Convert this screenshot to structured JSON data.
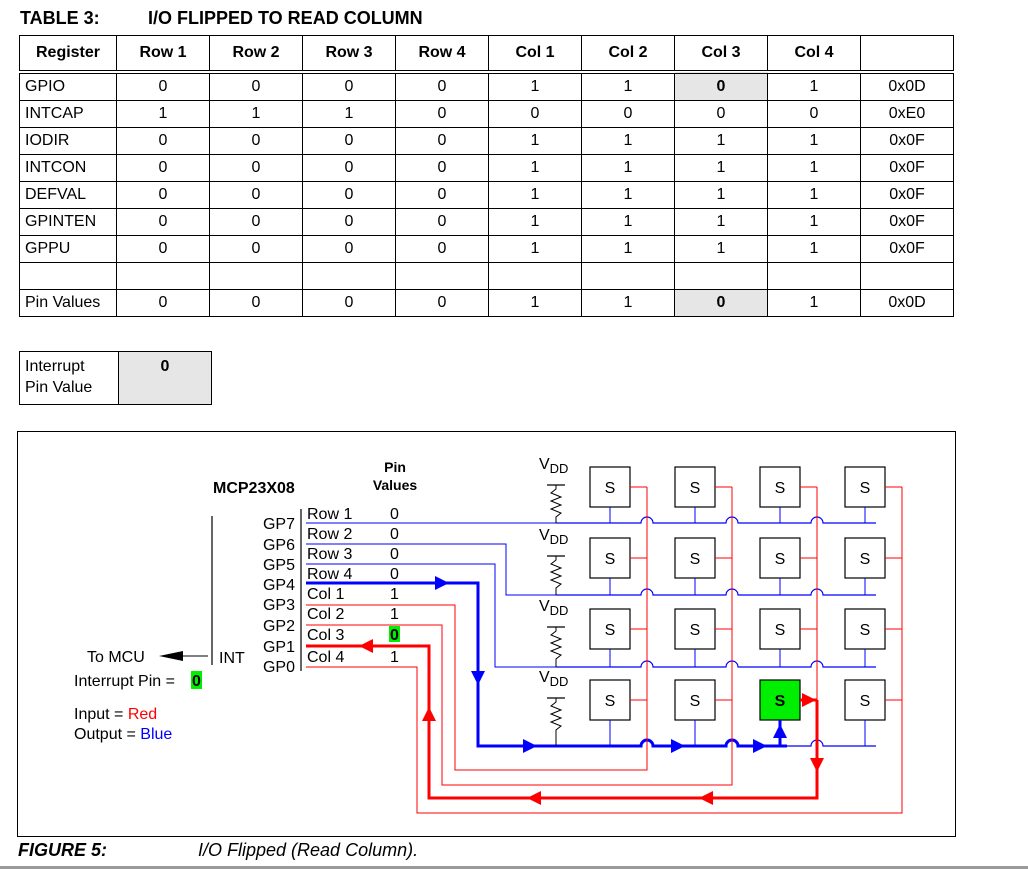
{
  "table": {
    "number": "TABLE 3:",
    "title": "I/O FLIPPED TO READ COLUMN",
    "headers": [
      "Register",
      "Row 1",
      "Row 2",
      "Row 3",
      "Row 4",
      "Col 1",
      "Col 2",
      "Col 3",
      "Col 4",
      ""
    ],
    "rows": [
      {
        "name": "GPIO",
        "bits": [
          "0",
          "0",
          "0",
          "0",
          "1",
          "1",
          "0",
          "1"
        ],
        "hex": "0x0D",
        "highlight_col": 6
      },
      {
        "name": "INTCAP",
        "bits": [
          "1",
          "1",
          "1",
          "0",
          "0",
          "0",
          "0",
          "0"
        ],
        "hex": "0xE0"
      },
      {
        "name": "IODIR",
        "bits": [
          "0",
          "0",
          "0",
          "0",
          "1",
          "1",
          "1",
          "1"
        ],
        "hex": "0x0F"
      },
      {
        "name": "INTCON",
        "bits": [
          "0",
          "0",
          "0",
          "0",
          "1",
          "1",
          "1",
          "1"
        ],
        "hex": "0x0F"
      },
      {
        "name": "DEFVAL",
        "bits": [
          "0",
          "0",
          "0",
          "0",
          "1",
          "1",
          "1",
          "1"
        ],
        "hex": "0x0F"
      },
      {
        "name": "GPINTEN",
        "bits": [
          "0",
          "0",
          "0",
          "0",
          "1",
          "1",
          "1",
          "1"
        ],
        "hex": "0x0F"
      },
      {
        "name": "GPPU",
        "bits": [
          "0",
          "0",
          "0",
          "0",
          "1",
          "1",
          "1",
          "1"
        ],
        "hex": "0x0F"
      }
    ],
    "pin_values": {
      "name": "Pin Values",
      "bits": [
        "0",
        "0",
        "0",
        "0",
        "1",
        "1",
        "0",
        "1"
      ],
      "hex": "0x0D",
      "highlight_col": 6
    }
  },
  "interrupt": {
    "label_line1": "Interrupt",
    "label_line2": "Pin Value",
    "value": "0"
  },
  "figure": {
    "chip_name": "MCP23X08",
    "pin_values_header_line1": "Pin",
    "pin_values_header_line2": "Values",
    "gp_pins": [
      "GP7",
      "GP6",
      "GP5",
      "GP4",
      "GP3",
      "GP2",
      "GP1",
      "GP0"
    ],
    "int_label": "INT",
    "signals": [
      {
        "name": "Row 1",
        "value": "0"
      },
      {
        "name": "Row 2",
        "value": "0"
      },
      {
        "name": "Row 3",
        "value": "0"
      },
      {
        "name": "Row 4",
        "value": "0"
      },
      {
        "name": "Col 1",
        "value": "1"
      },
      {
        "name": "Col 2",
        "value": "1"
      },
      {
        "name": "Col 3",
        "value": "0",
        "highlight": true
      },
      {
        "name": "Col 4",
        "value": "1"
      }
    ],
    "to_mcu_label": "To MCU",
    "interrupt_pin_label": "Interrupt Pin = ",
    "interrupt_pin_value": "0",
    "legend_input_label": "Input = ",
    "legend_input_value": "Red",
    "legend_output_label": "Output = ",
    "legend_output_value": "Blue",
    "vdd_label": "V",
    "vdd_sub": "DD",
    "switch_label": "S",
    "pressed_switch": {
      "row": 4,
      "col": 3
    },
    "colors": {
      "input": "#ff0000",
      "output": "#0000ff",
      "highlight": "#00ee00",
      "table_highlight": "#e6e6e6"
    }
  },
  "caption": {
    "number": "FIGURE 5:",
    "text": "I/O Flipped (Read Column)."
  }
}
